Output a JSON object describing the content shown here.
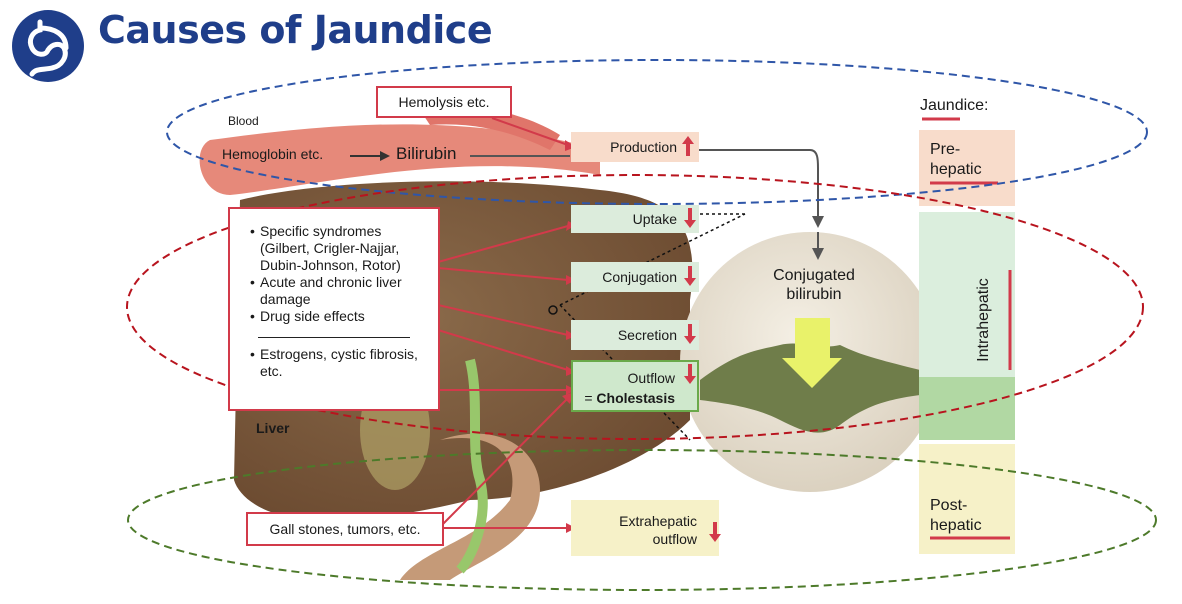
{
  "title": "Causes of Jaundice",
  "icon": "stomach-icon",
  "blood": {
    "label": "Blood",
    "hemoglobin": "Hemoglobin etc.",
    "bilirubin": "Bilirubin",
    "hemolysis": "Hemolysis etc."
  },
  "steps": {
    "production": "Production",
    "uptake": "Uptake",
    "conjugation": "Conjugation",
    "secretion": "Secretion",
    "outflow": "Outflow",
    "cholestasis_prefix": "= ",
    "cholestasis": "Cholestasis",
    "extrahepatic_1": "Extrahepatic",
    "extrahepatic_2": "outflow"
  },
  "causes": {
    "items": [
      "Specific syndromes (Gilbert, Crigler-Najjar, Dubin-Johnson, Rotor)",
      "Acute and chronic liver damage",
      "Drug side effects"
    ],
    "extra": "Estrogens, cystic fibrosis, etc.",
    "gallstones": "Gall stones, tumors, etc."
  },
  "liver_label": "Liver",
  "conjugated": {
    "line1": "Conjugated",
    "line2": "bilirubin"
  },
  "jaundice": {
    "header": "Jaundice:",
    "prehepatic_1": "Pre-",
    "prehepatic_2": "hepatic",
    "intrahepatic": "Intrahepatic",
    "posthepatic_1": "Post-",
    "posthepatic_2": "hepatic"
  },
  "colors": {
    "title": "#1f3e8a",
    "red": "#d23a4a",
    "blue_dash": "#2f56a8",
    "red_dash": "#b8141e",
    "green_dash": "#4d7a2a",
    "pre_bg": "#f8dccb",
    "intra_bg": "#dbeedd",
    "post_bg": "#f6f1c8"
  }
}
